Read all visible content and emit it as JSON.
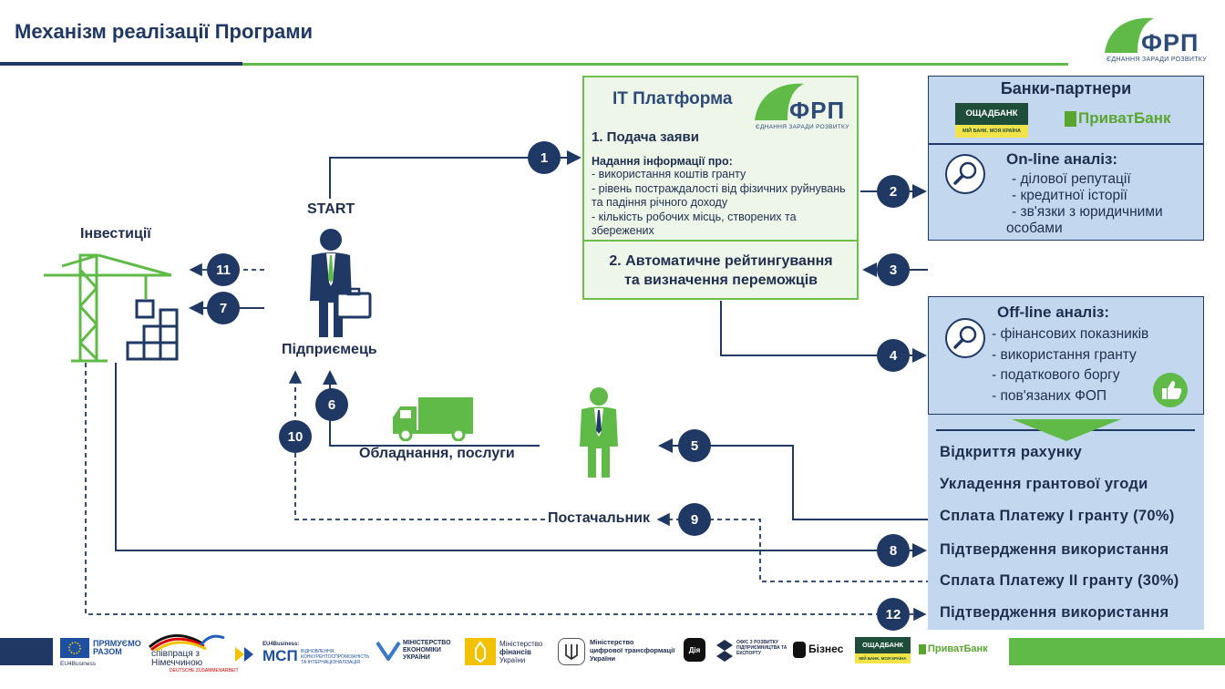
{
  "header": {
    "title": "Механізм реалізації Програми",
    "logo_text": "ФРП",
    "logo_tagline": "ЄДНАННЯ ЗАРАДИ РОЗВИТКУ"
  },
  "it_platform": {
    "title": "ІТ Платформа",
    "logo_text": "ФРП",
    "logo_tagline": "ЄДНАННЯ ЗАРАДИ РОЗВИТКУ",
    "step1_title": "1. Подача заяви",
    "info_heading": "Надання інформації про:",
    "info_items": [
      "- використання коштів гранту",
      "- рівень постраждалості від фізичних руйнувань та падіння річного доходу",
      "- кількість робочих місць, створених та збережених"
    ],
    "step2_line1": "2. Автоматичне рейтингування",
    "step2_line2": "та визначення переможців"
  },
  "banks": {
    "title": "Банки-партнери",
    "oschad_name": "ОЩАДБАНК",
    "oschad_slogan": "МІЙ БАНК. МОЯ КРАЇНА",
    "privat_name": "ПриватБанк"
  },
  "online_analysis": {
    "title": "On-line аналіз:",
    "items": [
      "- ділової репутації",
      "- кредитної історії",
      "- зв'язки з юридичними",
      "особами"
    ]
  },
  "offline_analysis": {
    "title": "Off-line аналіз:",
    "items": [
      "- фінансових показників",
      "- використання гранту",
      "- податкового боргу",
      "- пов'язаних ФОП"
    ]
  },
  "steps": [
    "Відкриття рахунку",
    "Укладення грантової угоди",
    "Сплата Платежу І гранту (70%)",
    "Підтвердження використання",
    "Сплата Платежу ІІ гранту (30%)",
    "Підтвердження використання"
  ],
  "labels": {
    "start": "START",
    "entrepreneur": "Підприємець",
    "investments": "Інвестиції",
    "supplier": "Постачальник",
    "equipment": "Обладнання, послуги"
  },
  "numbers": [
    "1",
    "2",
    "3",
    "4",
    "5",
    "6",
    "7",
    "8",
    "9",
    "10",
    "11",
    "12"
  ],
  "footer": {
    "razom": "ПРЯМУЄМО РАЗОМ",
    "eu4business": "EU4Business",
    "cooperation_1": "співпраця з",
    "cooperation_2": "Німеччиною",
    "giz": "DEUTSCHE ZUSAMMENARBEIT",
    "eu4business_label": "EU4Business:",
    "msp": "МСП",
    "msp_desc": "ВІДНОВЛЕННЯ, КОНКУРЕНТОСПРОМОЖНІСТЬ ТА ІНТЕРНАЦІОНАЛІЗАЦІЯ",
    "ministry_economy": "МІНІСТЕРСТВО ЕКОНОМІКИ УКРАЇНИ",
    "ministry_finance_1": "Міністерство",
    "ministry_finance_2": "фінансів",
    "ministry_finance_3": "України",
    "ministry_digital_1": "Міністерство",
    "ministry_digital_2": "цифрової трансформації",
    "ministry_digital_3": "України",
    "diia": "Дія",
    "office": "ОФІС З РОЗВИТКУ ПІДПРИЄМНИЦТВА ТА ЕКСПОРТУ",
    "biznes": "Бізнес",
    "oschad_name": "ОЩАДБАНК",
    "oschad_slogan": "МІЙ БАНК. МОЯ КРАЇНА",
    "privat_name": "ПриватБанк"
  },
  "colors": {
    "navy": "#1f3864",
    "green": "#5fba47",
    "light_blue": "#c3d8ee",
    "light_green_bg": "#eef6e9"
  }
}
